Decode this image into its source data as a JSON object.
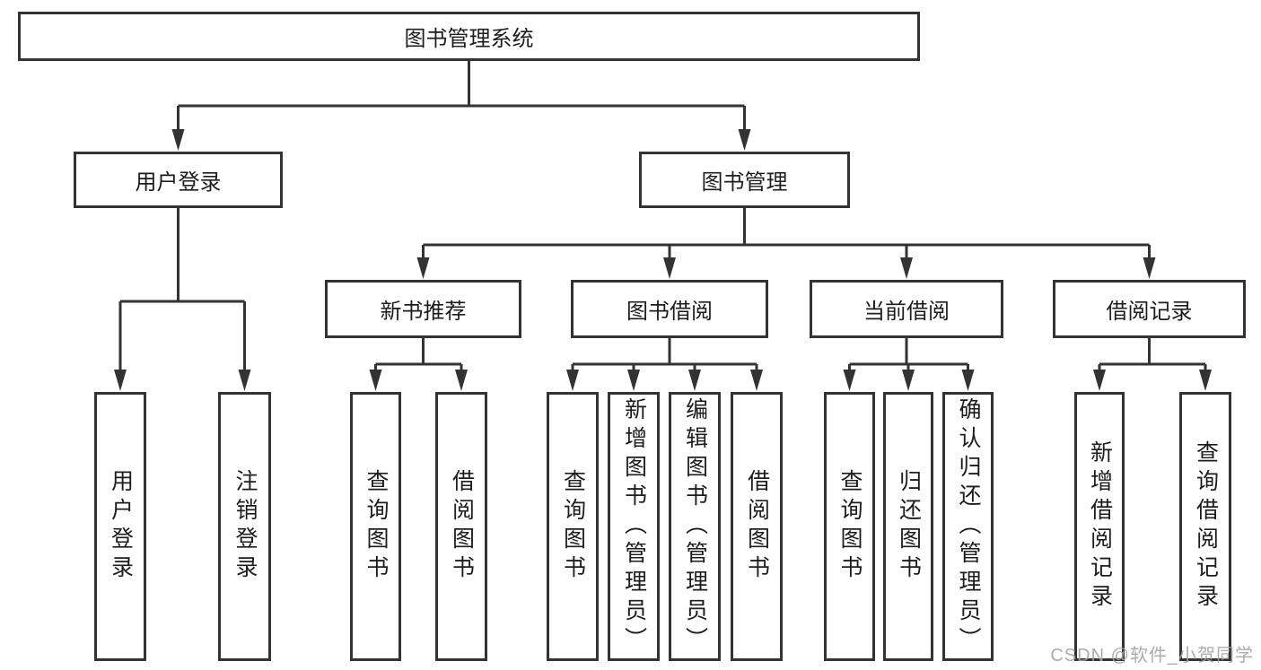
{
  "diagram": {
    "root": {
      "label": "图书管理系统"
    },
    "branches": [
      {
        "label": "用户登录",
        "children": [
          {
            "label": "用户登录"
          },
          {
            "label": "注销登录"
          }
        ]
      },
      {
        "label": "图书管理",
        "children": [
          {
            "label": "新书推荐",
            "children": [
              {
                "label": "查询图书"
              },
              {
                "label": "借阅图书"
              }
            ]
          },
          {
            "label": "图书借阅",
            "children": [
              {
                "label": "查询图书"
              },
              {
                "label": "新增图书（管理员）"
              },
              {
                "label": "编辑图书（管理员）"
              },
              {
                "label": "借阅图书"
              }
            ]
          },
          {
            "label": "当前借阅",
            "children": [
              {
                "label": "查询图书"
              },
              {
                "label": "归还图书"
              },
              {
                "label": "确认归还（管理员）"
              }
            ]
          },
          {
            "label": "借阅记录",
            "children": [
              {
                "label": "新增借阅记录"
              },
              {
                "label": "查询借阅记录"
              }
            ]
          }
        ]
      }
    ]
  },
  "watermark": {
    "text": "CSDN @软件_小贺同学"
  },
  "colors": {
    "line": "#333333",
    "box_border": "#333333",
    "text": "#1d1d1d",
    "background": "#ffffff",
    "watermark": "#a3a3a3"
  }
}
